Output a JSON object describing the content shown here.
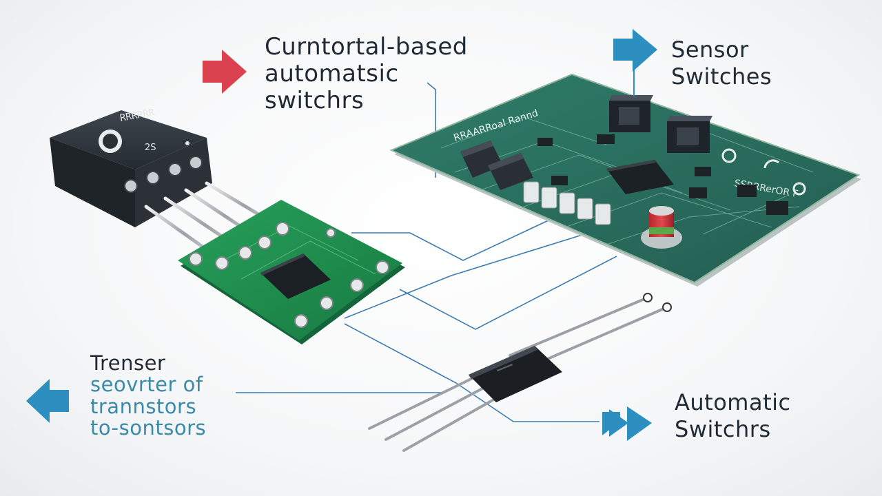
{
  "diagram": {
    "callouts": {
      "top_center": {
        "lines": [
          "Curntortal-based",
          "automatsic",
          "switchrs"
        ]
      },
      "top_right": {
        "lines": [
          "Sensor",
          "Switches"
        ]
      },
      "bottom_left": {
        "lines": [
          "Trenser",
          "seovrter of",
          "trannstors",
          "to-sontsors"
        ]
      },
      "bottom_right": {
        "lines": [
          "Automatic",
          "Switchrs"
        ]
      }
    },
    "component_markings": {
      "relay_top": "RRRRRR",
      "relay_side": "2S",
      "main_board_title": "RRAARRoal Rannd",
      "main_board_side": "SSRRRerOR F"
    },
    "icons": {
      "top_center_arrow": "right-arrow-icon",
      "top_right_arrow": "right-arrow-icon",
      "bottom_left_arrow": "left-arrow-icon",
      "bottom_right_arrow": "double-right-arrow-icon"
    },
    "colors": {
      "arrow_red": "#d9424e",
      "arrow_blue": "#2d8fc0",
      "pcb_green": "#1f8a4c",
      "main_pcb": "#2a6b5b",
      "connector_line": "#3c7ab0",
      "text_dark": "#1f2a35",
      "text_teal": "#3a8aa8"
    }
  }
}
